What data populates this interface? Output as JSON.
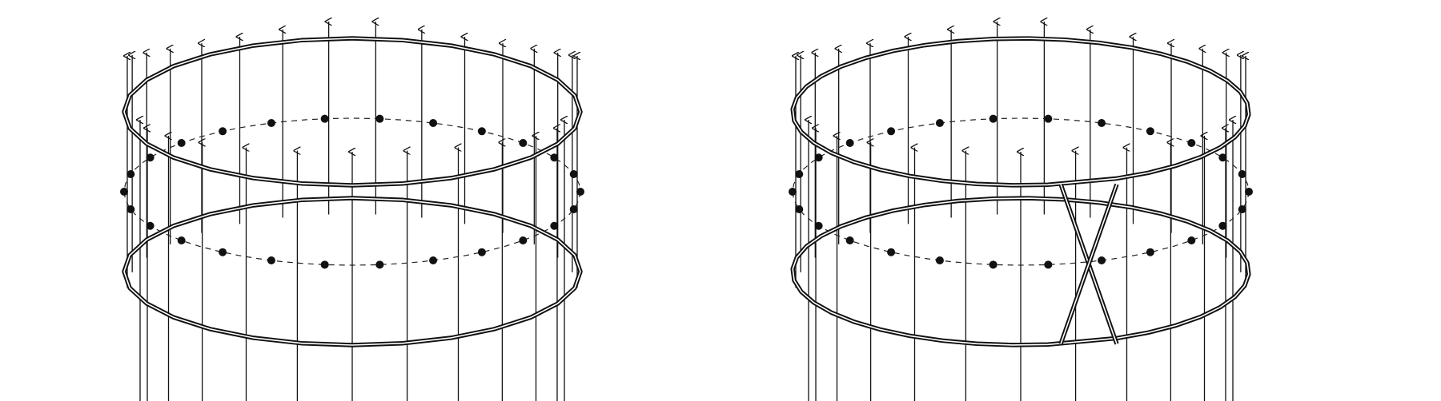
{
  "figure": {
    "panels": [
      {
        "id": "left",
        "bands": "two-separate",
        "twist": false
      },
      {
        "id": "right",
        "bands": "single-twisted",
        "twist": true
      }
    ],
    "colors": {
      "stroke": "#111111",
      "background": "#ffffff",
      "dashed": "#222222"
    }
  }
}
